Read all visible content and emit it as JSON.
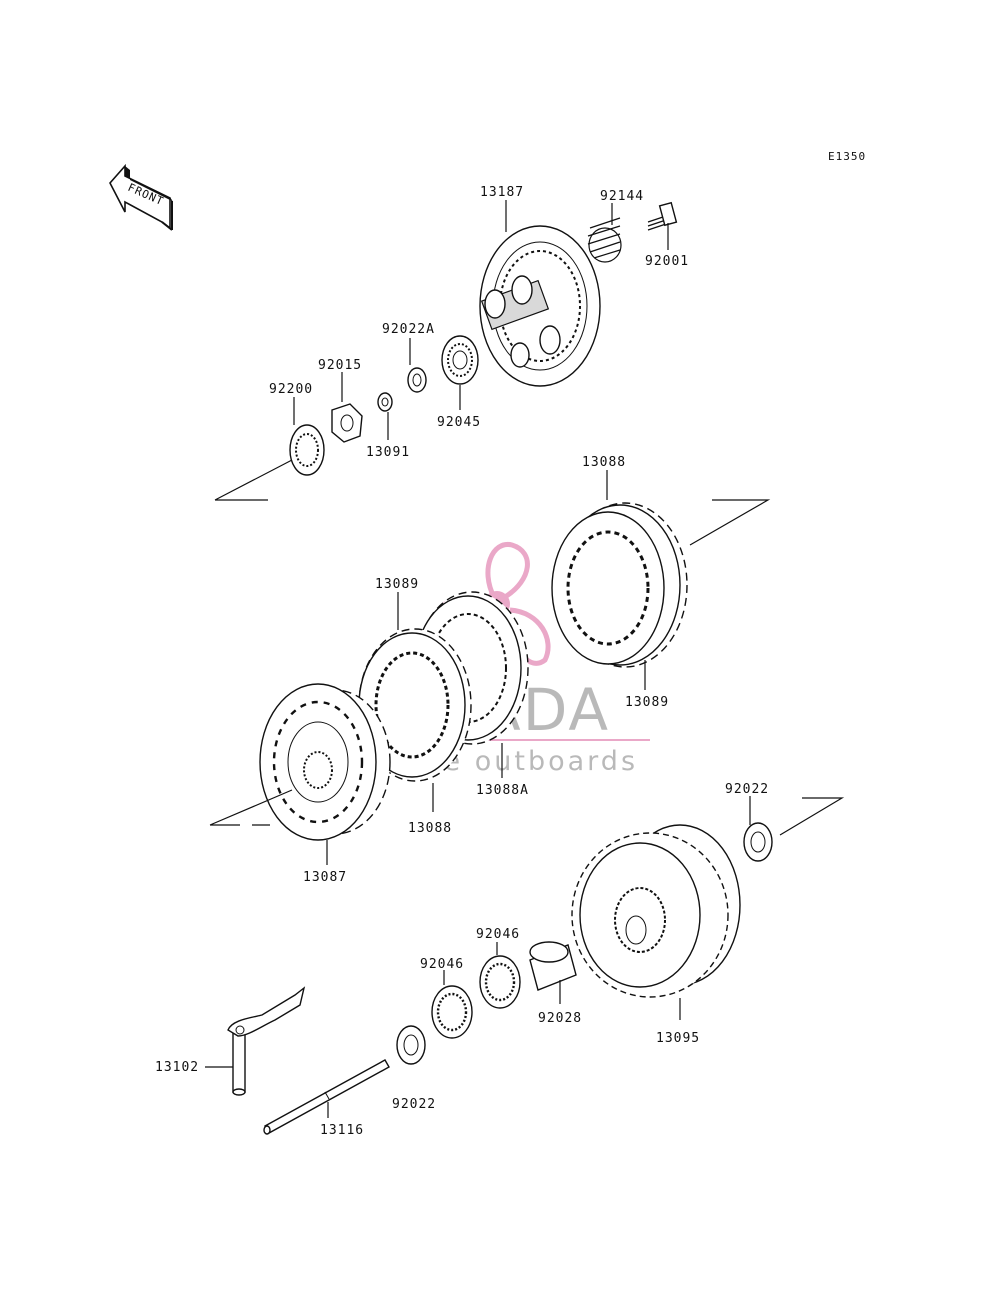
{
  "diagram_code": "E1350",
  "front_arrow_text": "FRONT",
  "watermark": {
    "brand": "ARMADA",
    "tagline": "marine outboards"
  },
  "labels": {
    "p13187": "13187",
    "p92144": "92144",
    "p92001": "92001",
    "p92022A": "92022A",
    "p92015": "92015",
    "p92200": "92200",
    "p13091": "13091",
    "p92045": "92045",
    "p13088_top": "13088",
    "p13089_left": "13089",
    "p13089_right": "13089",
    "p13088A": "13088A",
    "p13088_bottom": "13088",
    "p13087": "13087",
    "p92022_right": "92022",
    "p92046_upper": "92046",
    "p92046_lower": "92046",
    "p92028": "92028",
    "p13095": "13095",
    "p13102": "13102",
    "p92022_bottom": "92022",
    "p13116": "13116"
  }
}
